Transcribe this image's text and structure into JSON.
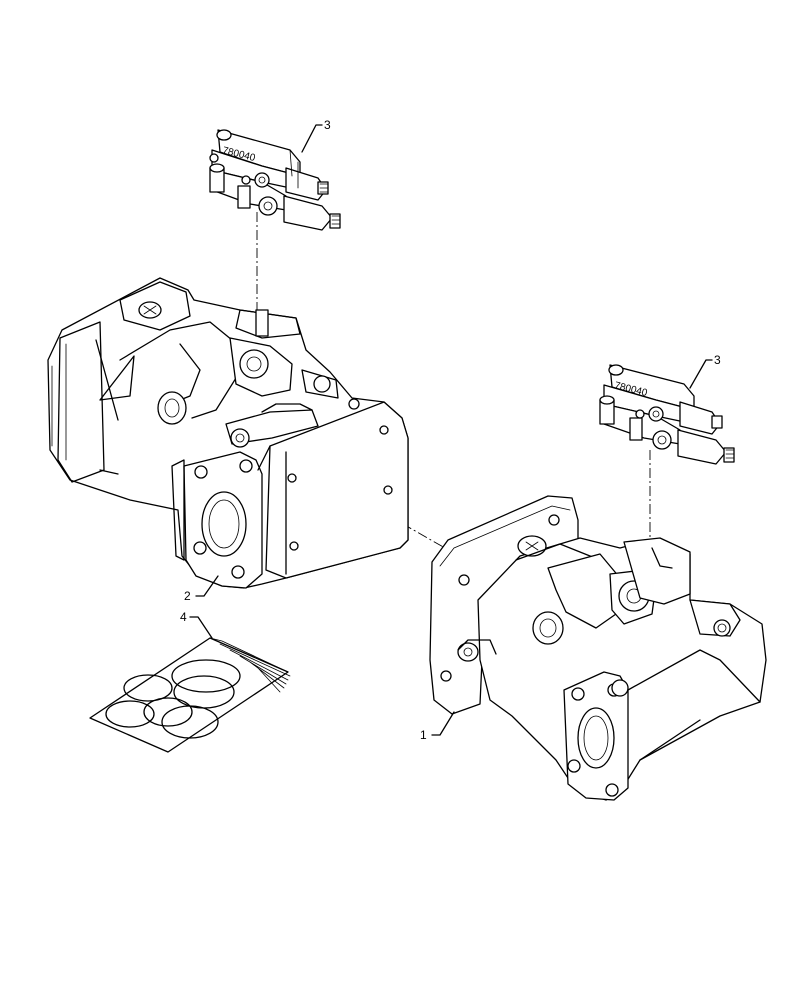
{
  "diagram": {
    "callouts": [
      {
        "id": "valve-upper",
        "label": "3"
      },
      {
        "id": "valve-lower",
        "label": "3"
      },
      {
        "id": "pump-rear",
        "label": "2"
      },
      {
        "id": "seal-kit",
        "label": "4"
      },
      {
        "id": "pump-front",
        "label": "1"
      }
    ],
    "valve_marking": "780040"
  }
}
